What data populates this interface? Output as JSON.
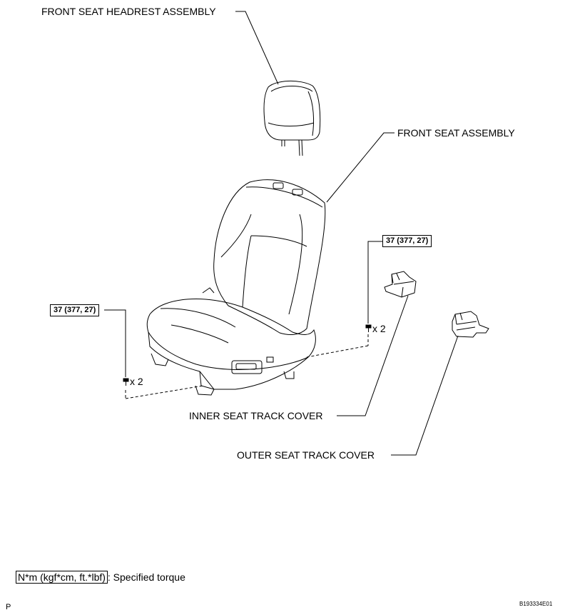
{
  "labels": {
    "headrest": "FRONT SEAT HEADREST ASSEMBLY",
    "seat": "FRONT SEAT ASSEMBLY",
    "inner_cover": "INNER SEAT TRACK COVER",
    "outer_cover": "OUTER SEAT TRACK COVER"
  },
  "torque": {
    "left": "37 (377, 27)",
    "right": "37 (377, 27)"
  },
  "bolt_qty": {
    "left": "x 2",
    "right": "x 2"
  },
  "legend": {
    "units": "N*m (kgf*cm, ft.*lbf)",
    "text": ": Specified torque"
  },
  "footer": {
    "page_letter": "P",
    "figure_id": "B193334E01"
  }
}
